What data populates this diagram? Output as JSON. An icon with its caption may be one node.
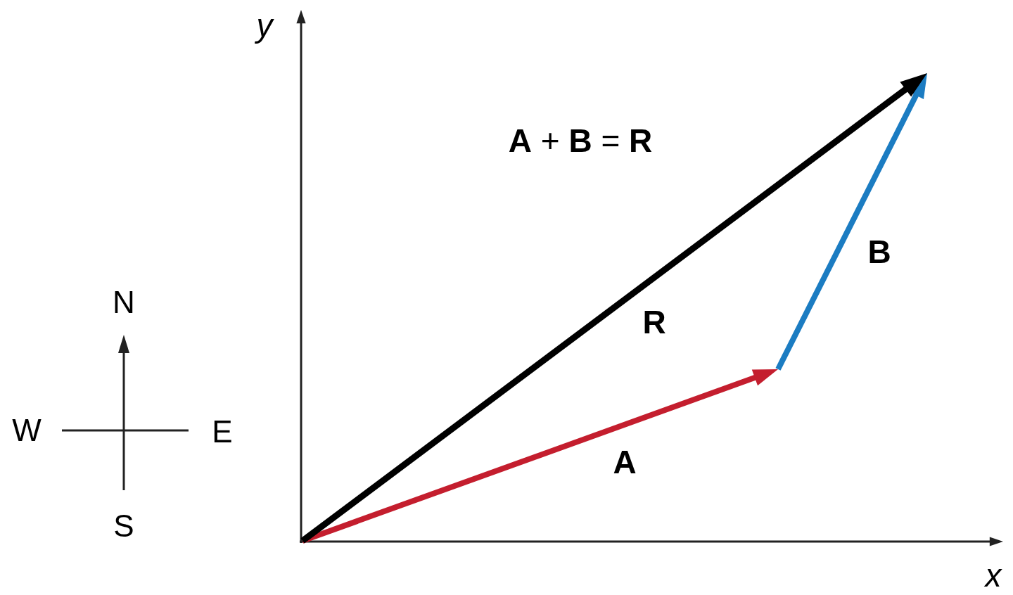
{
  "diagram": {
    "labels": [
      "y",
      "**A** + **B** = **R**",
      "B",
      "N",
      "R",
      "W",
      "E",
      "A",
      "S",
      "x"
    ]
  }
}
